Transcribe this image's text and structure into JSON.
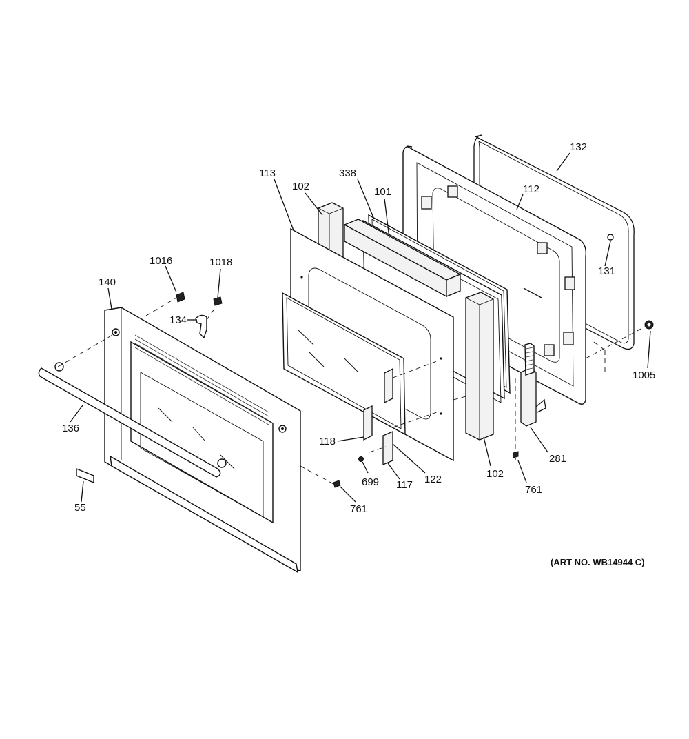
{
  "diagram": {
    "art_number": "(ART NO. WB14944 C)",
    "callouts": {
      "p132": "132",
      "p112": "112",
      "p338": "338",
      "p113": "113",
      "p102a": "102",
      "p101": "101",
      "p131": "131",
      "p1005": "1005",
      "p1016": "1016",
      "p1018": "1018",
      "p140": "140",
      "p134": "134",
      "p136": "136",
      "p55": "55",
      "p118": "118",
      "p699": "699",
      "p117": "117",
      "p122": "122",
      "p102b": "102",
      "p281": "281",
      "p761a": "761",
      "p761b": "761"
    }
  }
}
